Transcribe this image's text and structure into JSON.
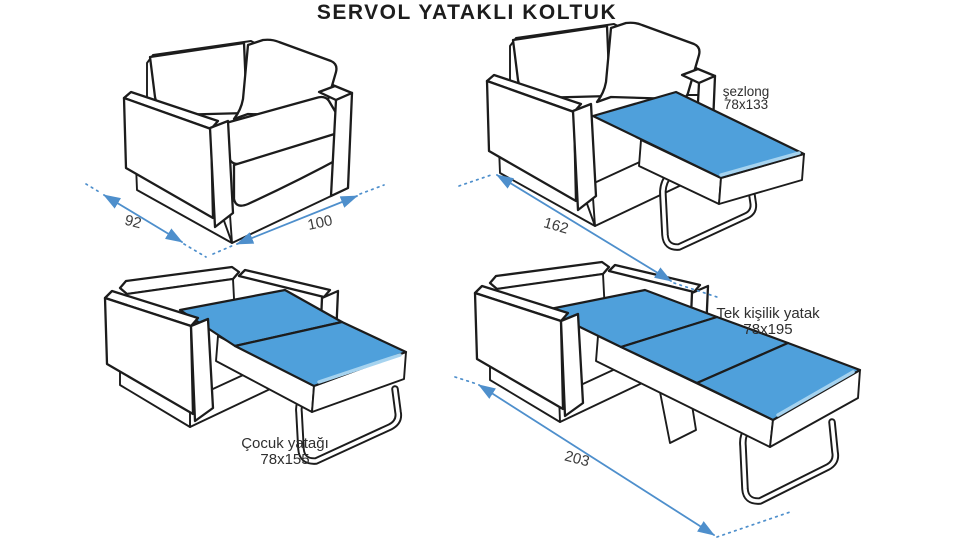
{
  "title": "SERVOL YATAKLI KOLTUK",
  "views": {
    "armchair_closed": {
      "dim_depth": "92",
      "dim_width": "100"
    },
    "sezlong": {
      "name": "şezlong",
      "size": "78x133",
      "dim_total": "162"
    },
    "cocuk_yatagi": {
      "name": "Çocuk yatağı",
      "size": "78x155"
    },
    "tek_kisilik_yatak": {
      "name": "Tek kişilik yatak",
      "size": "78x195",
      "dim_total": "203"
    }
  },
  "colors": {
    "line": "#1c1c1c",
    "mattress-blue": "#4FA0DB",
    "mattress-highlight": "#A6D3EF",
    "dimension-blue": "#4E8FCC",
    "text": "#2f2f2f"
  }
}
